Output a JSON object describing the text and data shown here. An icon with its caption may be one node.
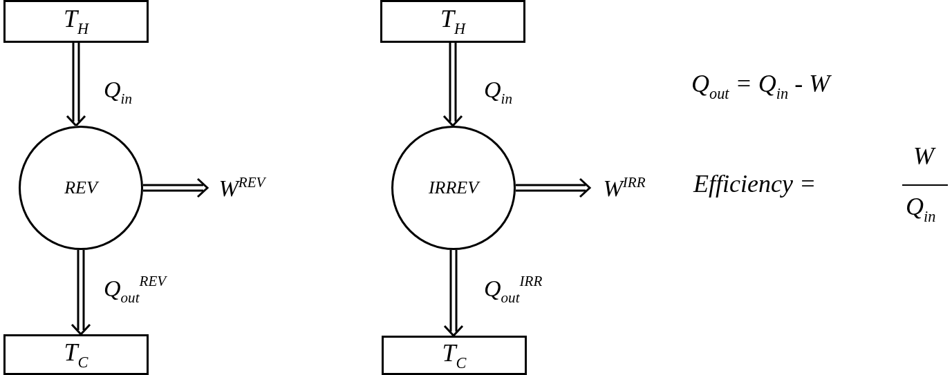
{
  "diagram": {
    "nodes": [
      {
        "text": [
          "T$_{H}$"
        ]
      },
      {
        "text": [
          "REV"
        ]
      },
      {
        "text": [
          "T$_{C}$"
        ]
      },
      {
        "text": [
          "W$^{REV}$"
        ]
      },
      {
        "text": [
          "T$_{H}$"
        ]
      },
      {
        "text": [
          "IRREV"
        ]
      },
      {
        "text": [
          "T$_{C}$"
        ]
      },
      {
        "text": [
          "W$^{IRR}$"
        ]
      }
    ],
    "edges": [
      {
        "from": 0,
        "to": 1,
        "arrow": "to",
        "label": "Q$_{in}$"
      },
      {
        "from": 1,
        "to": 2,
        "arrow": "to",
        "label": "Q$_{out}$$^{REV}$"
      },
      {
        "from": 1,
        "to": 3,
        "arrow": "to"
      },
      {
        "from": 4,
        "to": 5,
        "arrow": "to",
        "label": "Q$_{in}$"
      },
      {
        "from": 5,
        "to": 6,
        "arrow": "to",
        "label": "Q$_{out}$$^{IRR}$"
      },
      {
        "from": 5,
        "to": 7,
        "arrow": "to"
      }
    ],
    "labels": [
      "Q$_{out}$ = Q$_{in}$ - W",
      "Efficiency =",
      "W",
      "Q$_{in}$"
    ]
  }
}
